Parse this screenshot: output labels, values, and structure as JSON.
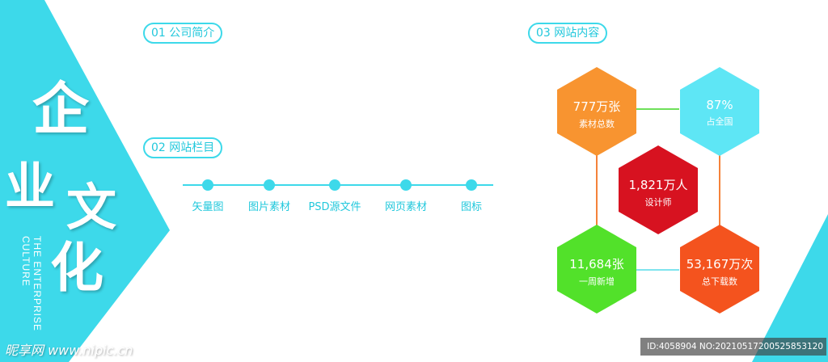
{
  "colors": {
    "accent": "#3dd9ea",
    "hex_orange": "#f89430",
    "hex_cyan": "#5ee6f5",
    "hex_red": "#d71220",
    "hex_green": "#52e12a",
    "hex_orangered": "#f4531e",
    "link_green": "#6ee05a",
    "link_orange": "#f5823a",
    "link_cyan": "#7fe4ee"
  },
  "banner": {
    "title_chars": [
      "企",
      "业",
      "文",
      "化"
    ],
    "subtitle_en": "THE ENTERPRISE CULTURE"
  },
  "sections": {
    "intro": {
      "label": "01 公司简介"
    },
    "columns": {
      "label": "02 网站栏目"
    },
    "content": {
      "label": "03 网站内容"
    }
  },
  "timeline": {
    "items": [
      "矢量图",
      "图片素材",
      "PSD源文件",
      "网页素材",
      "图标"
    ]
  },
  "hexes": [
    {
      "value": "777万张",
      "label": "素材总数"
    },
    {
      "value": "87%",
      "label": "占全国"
    },
    {
      "value": "1,821万人",
      "label": "设计师"
    },
    {
      "value": "11,684张",
      "label": "一周新增"
    },
    {
      "value": "53,167万次",
      "label": "总下载数"
    }
  ],
  "watermark": {
    "site": "昵享网 www.nipic.cn",
    "id_text": "ID:4058904 NO:20210517200525853120"
  }
}
